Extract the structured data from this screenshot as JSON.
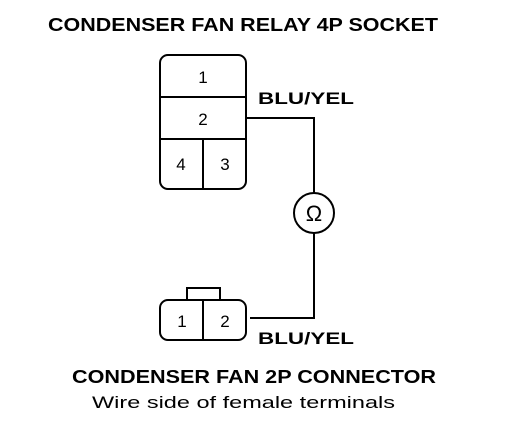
{
  "relay_socket": {
    "title": "CONDENSER FAN RELAY 4P SOCKET",
    "pins": [
      "1",
      "2",
      "4",
      "3"
    ],
    "wire_color": "BLU/YEL"
  },
  "meter": {
    "symbol": "Ω"
  },
  "fan_connector": {
    "title": "CONDENSER FAN 2P CONNECTOR",
    "subtitle": "Wire side of female terminals",
    "pins": [
      "1",
      "2"
    ],
    "wire_color": "BLU/YEL"
  },
  "colors": {
    "line": "#000000",
    "background": "#ffffff"
  }
}
